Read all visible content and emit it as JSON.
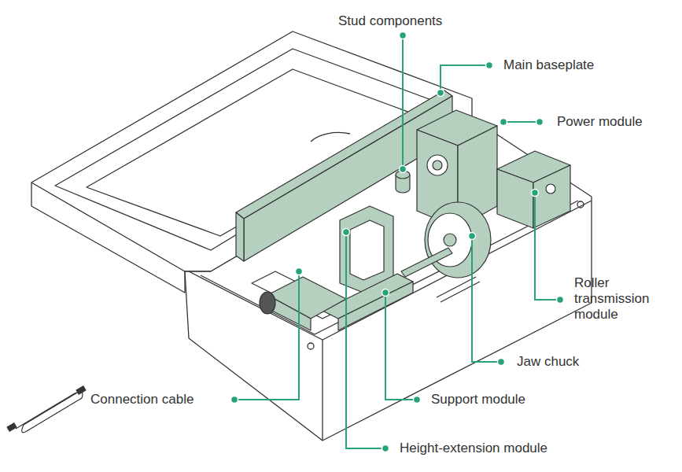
{
  "diagram": {
    "labels": [
      "Stud components",
      "Main baseplate",
      "Power module",
      "Roller transmission module",
      "Jaw chuck",
      "Support module",
      "Height-extension module",
      "Connection cable"
    ]
  }
}
